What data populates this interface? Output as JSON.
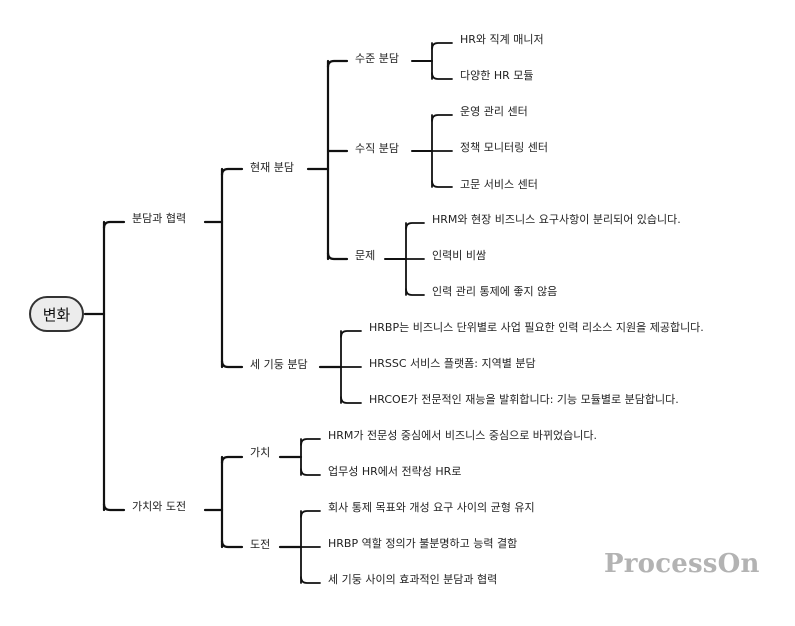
{
  "root": "변화",
  "branches": [
    {
      "label": "분담과 협력",
      "children": [
        {
          "label": "현재 분담",
          "children": [
            {
              "label": "수준 분담",
              "children": [
                "HR와 직계 매니저",
                "다양한 HR 모듈"
              ]
            },
            {
              "label": "수직 분담",
              "children": [
                "운영 관리 센터",
                "정책 모니터링 센터",
                "고문 서비스 센터"
              ]
            },
            {
              "label": "문제",
              "children": [
                "HRM와 현장 비즈니스 요구사항이 분리되어 있습니다.",
                "인력비 비쌈",
                "인력 관리 통제에 좋지 않음"
              ]
            }
          ]
        },
        {
          "label": "세 기둥 분담",
          "children": [
            "HRBP는 비즈니스 단위별로 사업 필요한 인력 리소스 지원을 제공합니다.",
            "HRSSC 서비스 플랫폼: 지역별 분담",
            "HRCOE가 전문적인 재능을 발휘합니다: 기능 모듈별로 분담합니다."
          ]
        }
      ]
    },
    {
      "label": "가치와 도전",
      "children": [
        {
          "label": "가치",
          "children": [
            "HRM가 전문성 중심에서 비즈니스 중심으로 바뀌었습니다.",
            "업무성 HR에서 전략성 HR로"
          ]
        },
        {
          "label": "도전",
          "children": [
            "회사 통제 목표와 개성 요구 사이의 균형 유지",
            "HRBP 역할 정의가 불분명하고 능력 결함",
            "세 기둥 사이의 효과적인 분담과 협력"
          ]
        }
      ]
    }
  ],
  "watermark": "ProcessOn",
  "colors": {
    "line": "#111111",
    "root_fill": "#ececec",
    "watermark": "#b3b3b3"
  }
}
